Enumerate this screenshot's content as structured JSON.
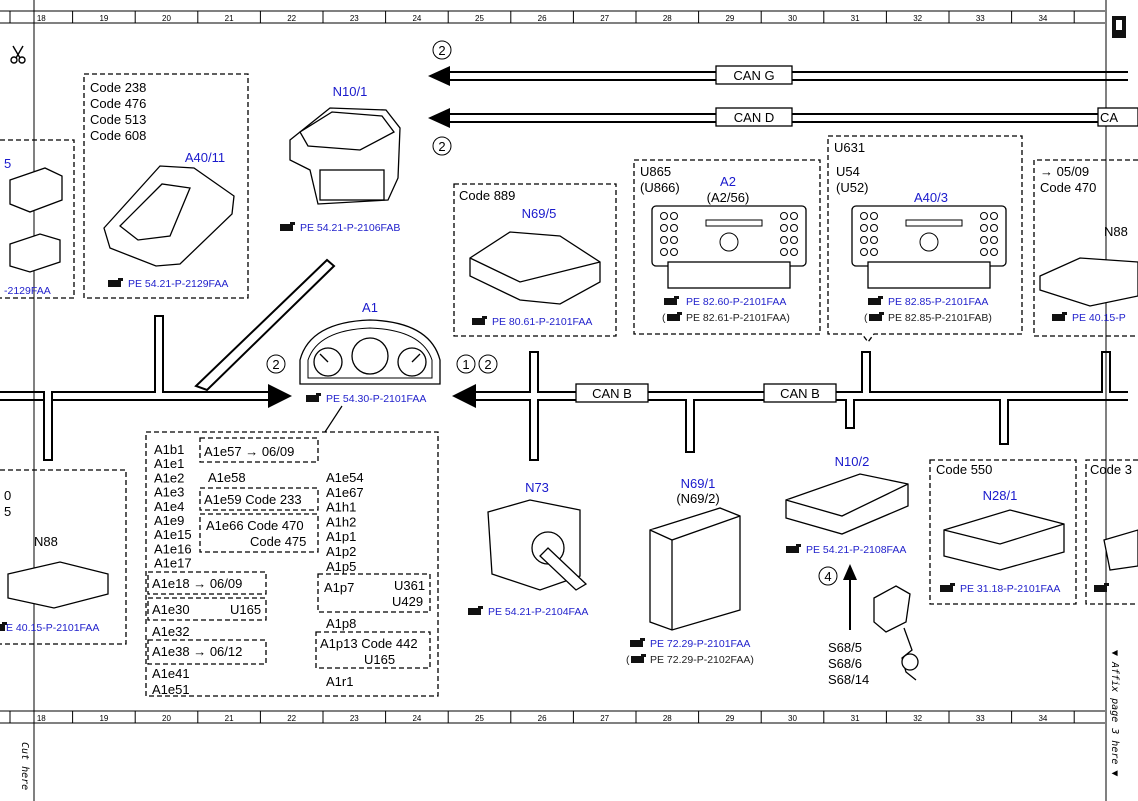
{
  "grid": {
    "columns": [
      "18",
      "19",
      "20",
      "21",
      "22",
      "23",
      "24",
      "25",
      "26",
      "27",
      "28",
      "29",
      "30",
      "31",
      "32",
      "33",
      "34"
    ]
  },
  "side_text": {
    "cut_here": "Cut here",
    "affix": "▼ Affix page 3 here ▼"
  },
  "buses": {
    "can_g": "CAN G",
    "can_d": "CAN D",
    "can_d_cut": "CA",
    "can_b_1": "CAN B",
    "can_b_2": "CAN B"
  },
  "circles": {
    "c_top1": "2",
    "c_top2": "2",
    "c_left": "2",
    "c_right1": "1",
    "c_right2": "2",
    "c_n102": "4"
  },
  "components": {
    "a40_11": {
      "title": "A40/11",
      "codes": [
        "Code 238",
        "Code 476",
        "Code 513",
        "Code 608"
      ],
      "ref": "PE 54.21-P-2129FAA"
    },
    "left_partial": {
      "title": "5",
      "ref": "-2129FAA"
    },
    "n10_1": {
      "title": "N10/1",
      "ref": "PE 54.21-P-2106FAB"
    },
    "n69_5": {
      "title": "N69/5",
      "code": "Code 889",
      "ref": "PE 80.61-P-2101FAA"
    },
    "a2": {
      "title": "A2",
      "sub": "(A2/56)",
      "codes": [
        "U865",
        "(U866)"
      ],
      "ref": "PE 82.60-P-2101FAA",
      "ref2": "PE 82.61-P-2101FAA)"
    },
    "a40_3": {
      "title": "A40/3",
      "codes": [
        "U631",
        "U54",
        "(U52)"
      ],
      "ref": "PE 82.85-P-2101FAA",
      "ref2": "PE 82.85-P-2101FAB)"
    },
    "n88_right": {
      "title": "N88",
      "codes": [
        "→ 05/09",
        "Code 470"
      ],
      "ref": "PE 40.15-P"
    },
    "a1": {
      "title": "A1",
      "ref": "PE 54.30-P-2101FAA"
    },
    "n88_left": {
      "title": "N88",
      "codes": [
        "0",
        "5"
      ],
      "ref": "E 40.15-P-2101FAA"
    },
    "n73": {
      "title": "N73",
      "ref": "PE 54.21-P-2104FAA"
    },
    "n69_1": {
      "title": "N69/1",
      "sub": "(N69/2)",
      "ref": "PE 72.29-P-2101FAA",
      "ref2": "PE 72.29-P-2102FAA)"
    },
    "n10_2": {
      "title": "N10/2",
      "ref": "PE 54.21-P-2108FAA",
      "switches": [
        "S68/5",
        "S68/6",
        "S68/14"
      ]
    },
    "n28_1": {
      "title": "N28/1",
      "code": "Code 550",
      "ref": "PE 31.18-P-2101FAA"
    },
    "right_cut": {
      "code": "Code 3"
    }
  },
  "a1_list": {
    "left": [
      "A1b1",
      "A1e1",
      "A1e2",
      "A1e3",
      "A1e4",
      "A1e9",
      "A1e15",
      "A1e16",
      "A1e17"
    ],
    "e57": "A1e57 → 06/09",
    "e58": "A1e58",
    "e59": "A1e59 Code 233",
    "e66a": "A1e66 Code 470",
    "e66b": "Code 475",
    "right": [
      "A1e54",
      "A1e67",
      "A1h1",
      "A1h2",
      "A1p1",
      "A1p2",
      "A1p5"
    ],
    "e18": "A1e18 → 06/09",
    "e30a": "A1e30",
    "e30b": "U165",
    "e32": "A1e32",
    "e38": "A1e38   → 06/12",
    "e41": "A1e41",
    "e51": "A1e51",
    "p7a": "A1p7",
    "p7b": "U361",
    "p7c": "U429",
    "p8": "A1p8",
    "p13a": "A1p13 Code 442",
    "p13b": "U165",
    "r1": "A1r1"
  }
}
